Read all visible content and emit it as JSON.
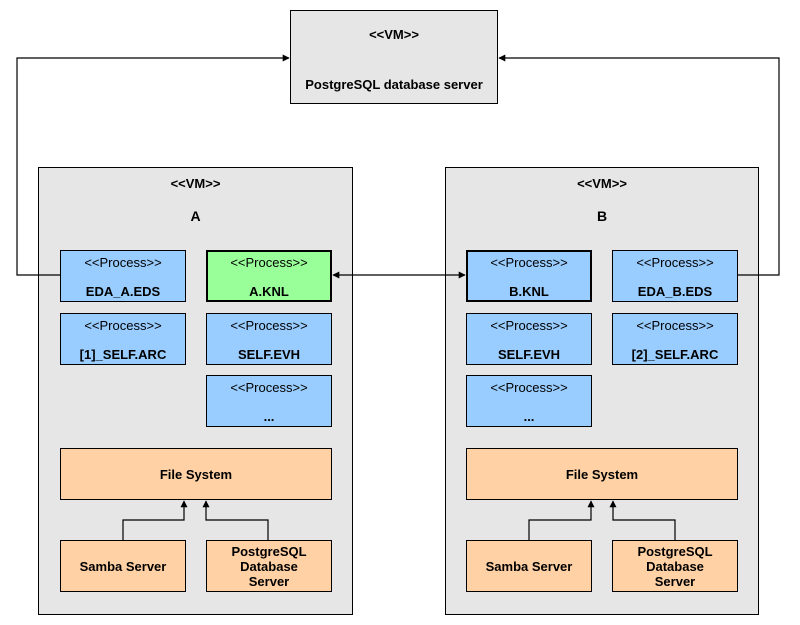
{
  "db_vm": {
    "stereotype": "<<VM>>",
    "name": "PostgreSQL database server"
  },
  "vm_a": {
    "stereotype": "<<VM>>",
    "name": "A",
    "processes": [
      {
        "stereotype": "<<Process>>",
        "name": "EDA_A.EDS"
      },
      {
        "stereotype": "<<Process>>",
        "name": "A.KNL"
      },
      {
        "stereotype": "<<Process>>",
        "name": "[1]_SELF.ARC"
      },
      {
        "stereotype": "<<Process>>",
        "name": "SELF.EVH"
      },
      {
        "stereotype": "<<Process>>",
        "name": "..."
      }
    ],
    "file_system": "File System",
    "samba": "Samba Server",
    "postgres": "PostgreSQL Database Server"
  },
  "vm_b": {
    "stereotype": "<<VM>>",
    "name": "B",
    "processes": [
      {
        "stereotype": "<<Process>>",
        "name": "B.KNL"
      },
      {
        "stereotype": "<<Process>>",
        "name": "EDA_B.EDS"
      },
      {
        "stereotype": "<<Process>>",
        "name": "SELF.EVH"
      },
      {
        "stereotype": "<<Process>>",
        "name": "[2]_SELF.ARC"
      },
      {
        "stereotype": "<<Process>>",
        "name": "..."
      }
    ],
    "file_system": "File System",
    "samba": "Samba Server",
    "postgres": "PostgreSQL Database Server"
  },
  "colors": {
    "vm_fill": "#e6e6e6",
    "process_fill": "#99ccff",
    "active_process_fill": "#99ff99",
    "storage_fill": "#ffd1a4"
  }
}
